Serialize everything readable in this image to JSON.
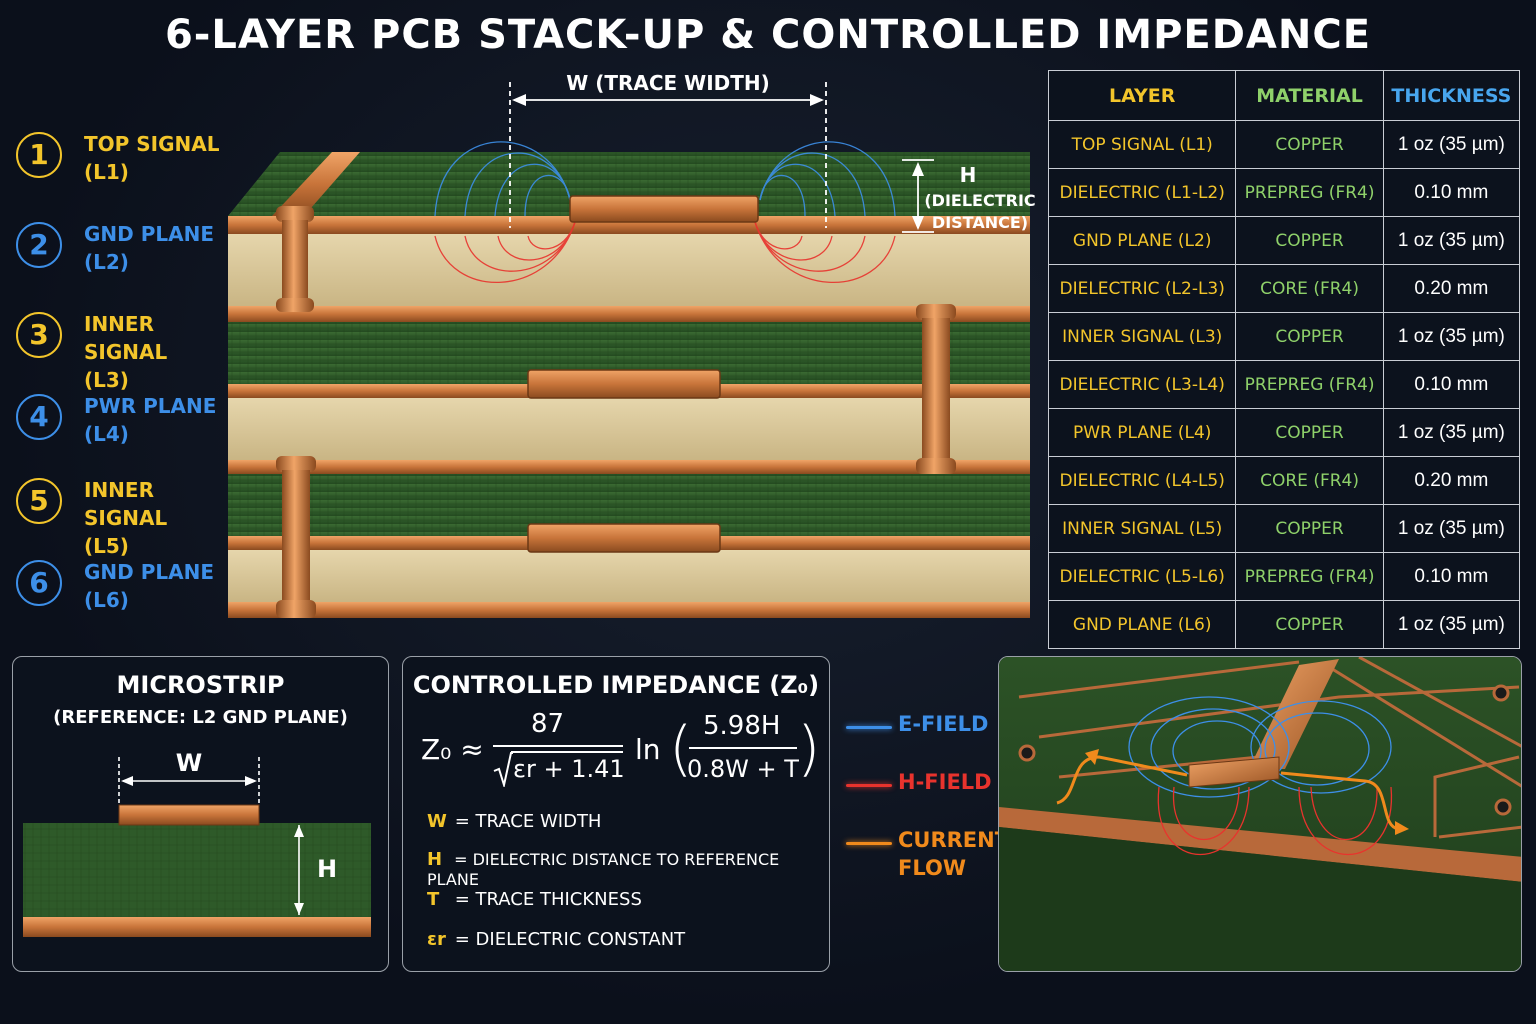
{
  "title": "6-LAYER PCB STACK-UP & CONTROLLED IMPEDANCE",
  "legend": [
    {
      "num": "1",
      "label": "TOP SIGNAL",
      "sub": "(L1)",
      "color": "#f3c52b"
    },
    {
      "num": "2",
      "label": "GND PLANE",
      "sub": "(L2)",
      "color": "#3d8fe8"
    },
    {
      "num": "3",
      "label": "INNER SIGNAL",
      "sub": "(L3)",
      "color": "#f3c52b"
    },
    {
      "num": "4",
      "label": "PWR PLANE",
      "sub": "(L4)",
      "color": "#3d8fe8"
    },
    {
      "num": "5",
      "label": "INNER SIGNAL",
      "sub": "(L5)",
      "color": "#f3c52b"
    },
    {
      "num": "6",
      "label": "GND PLANE",
      "sub": "(L6)",
      "color": "#3d8fe8"
    }
  ],
  "diagram": {
    "trace_width_label": "W (TRACE WIDTH)",
    "h_label": "H",
    "h_sub1": "(DIELECTRIC",
    "h_sub2": "DISTANCE)"
  },
  "table": {
    "headers": [
      "LAYER",
      "MATERIAL",
      "THICKNESS"
    ],
    "rows": [
      [
        "TOP SIGNAL (L1)",
        "COPPER",
        "1 oz (35 µm)"
      ],
      [
        "DIELECTRIC (L1-L2)",
        "PREPREG (FR4)",
        "0.10 mm"
      ],
      [
        "GND PLANE (L2)",
        "COPPER",
        "1 oz (35 µm)"
      ],
      [
        "DIELECTRIC (L2-L3)",
        "CORE (FR4)",
        "0.20 mm"
      ],
      [
        "INNER SIGNAL (L3)",
        "COPPER",
        "1 oz (35 µm)"
      ],
      [
        "DIELECTRIC (L3-L4)",
        "PREPREG (FR4)",
        "0.10 mm"
      ],
      [
        "PWR PLANE (L4)",
        "COPPER",
        "1 oz (35 µm)"
      ],
      [
        "DIELECTRIC (L4-L5)",
        "CORE (FR4)",
        "0.20 mm"
      ],
      [
        "INNER SIGNAL (L5)",
        "COPPER",
        "1 oz (35 µm)"
      ],
      [
        "DIELECTRIC (L5-L6)",
        "PREPREG (FR4)",
        "0.10 mm"
      ],
      [
        "GND PLANE (L6)",
        "COPPER",
        "1 oz (35 µm)"
      ]
    ]
  },
  "microstrip": {
    "title": "MICROSTRIP",
    "subtitle": "(REFERENCE: L2 GND PLANE)",
    "w_label": "W",
    "h_label": "H"
  },
  "impedance": {
    "title": "CONTROLLED IMPEDANCE (Z₀)",
    "z0": "Z₀ ≈",
    "numerator": "87",
    "denominator": "εr + 1.41",
    "ln": "ln",
    "frac_num": "5.98H",
    "frac_den": "0.8W + T",
    "vars": [
      {
        "sym": "W",
        "desc": "= TRACE WIDTH"
      },
      {
        "sym": "H",
        "desc": "= DIELECTRIC DISTANCE TO REFERENCE PLANE"
      },
      {
        "sym": "T",
        "desc": "= TRACE THICKNESS"
      },
      {
        "sym": "εr",
        "desc": "= DIELECTRIC CONSTANT"
      }
    ]
  },
  "field_legend": [
    {
      "label": "E-FIELD",
      "color": "#3d8fe8"
    },
    {
      "label": "H-FIELD",
      "color": "#e8332d"
    },
    {
      "label": "CURRENT",
      "label2": "FLOW",
      "color": "#f08a1c"
    }
  ],
  "colors": {
    "copper": "#c8743a",
    "green": "#2f5a2a",
    "prepreg": "#d8c69a",
    "accent_yellow": "#f3c52b",
    "accent_blue": "#3d8fe8",
    "accent_red": "#e8332d"
  }
}
